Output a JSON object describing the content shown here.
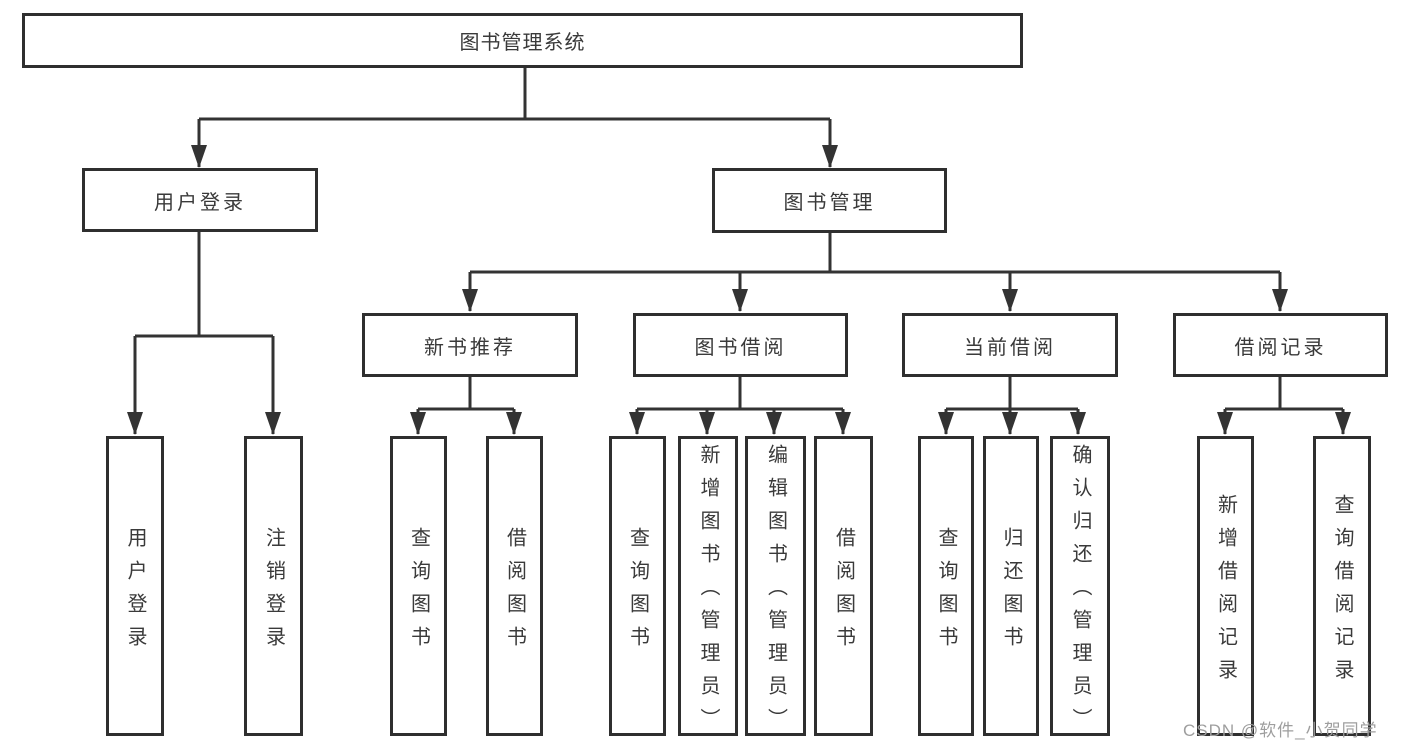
{
  "tree": {
    "root": {
      "label": "图书管理系统",
      "children": [
        {
          "label": "用户登录",
          "children": [
            {
              "label": "用户登录"
            },
            {
              "label": "注销登录"
            }
          ]
        },
        {
          "label": "图书管理",
          "children": [
            {
              "label": "新书推荐",
              "children": [
                {
                  "label": "查询图书"
                },
                {
                  "label": "借阅图书"
                }
              ]
            },
            {
              "label": "图书借阅",
              "children": [
                {
                  "label": "查询图书"
                },
                {
                  "label": "新增图书（管理员）"
                },
                {
                  "label": "编辑图书（管理员）"
                },
                {
                  "label": "借阅图书"
                }
              ]
            },
            {
              "label": "当前借阅",
              "children": [
                {
                  "label": "查询图书"
                },
                {
                  "label": "归还图书"
                },
                {
                  "label": "确认归还（管理员）"
                }
              ]
            },
            {
              "label": "借阅记录",
              "children": [
                {
                  "label": "新增借阅记录"
                },
                {
                  "label": "查询借阅记录"
                }
              ]
            }
          ]
        }
      ]
    }
  },
  "watermark": "CSDN @软件_小贺同学",
  "colors": {
    "line": "#333333",
    "box_border": "#2f2f2f",
    "text": "#3a3a3a",
    "watermark": "#9e9e9e",
    "background": "#ffffff"
  }
}
